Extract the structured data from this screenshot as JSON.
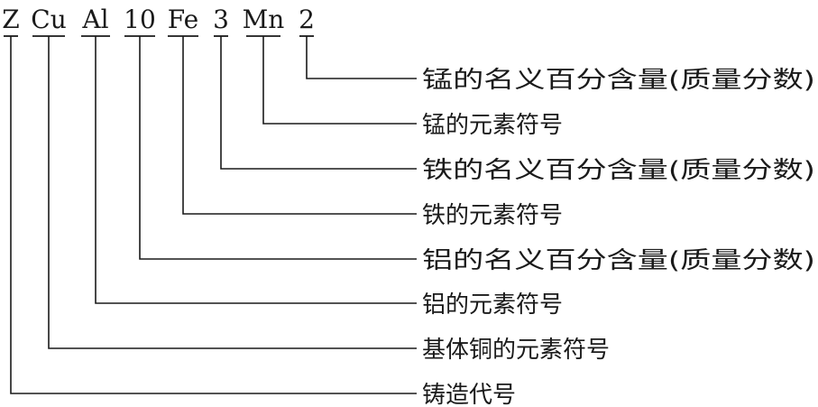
{
  "code_parts": [
    "Z",
    "Cu",
    "Al",
    "10",
    "Fe",
    "3",
    "Mn",
    "2"
  ],
  "descriptions": [
    "锰的名义百分含量(质量分数)",
    "锰的元素符号",
    "铁的名义百分含量(质量分数)",
    "铁的元素符号",
    "铝的名义百分含量(质量分数)",
    "铝的元素符号",
    "基体铜的元素符号",
    "铸造代号"
  ]
}
